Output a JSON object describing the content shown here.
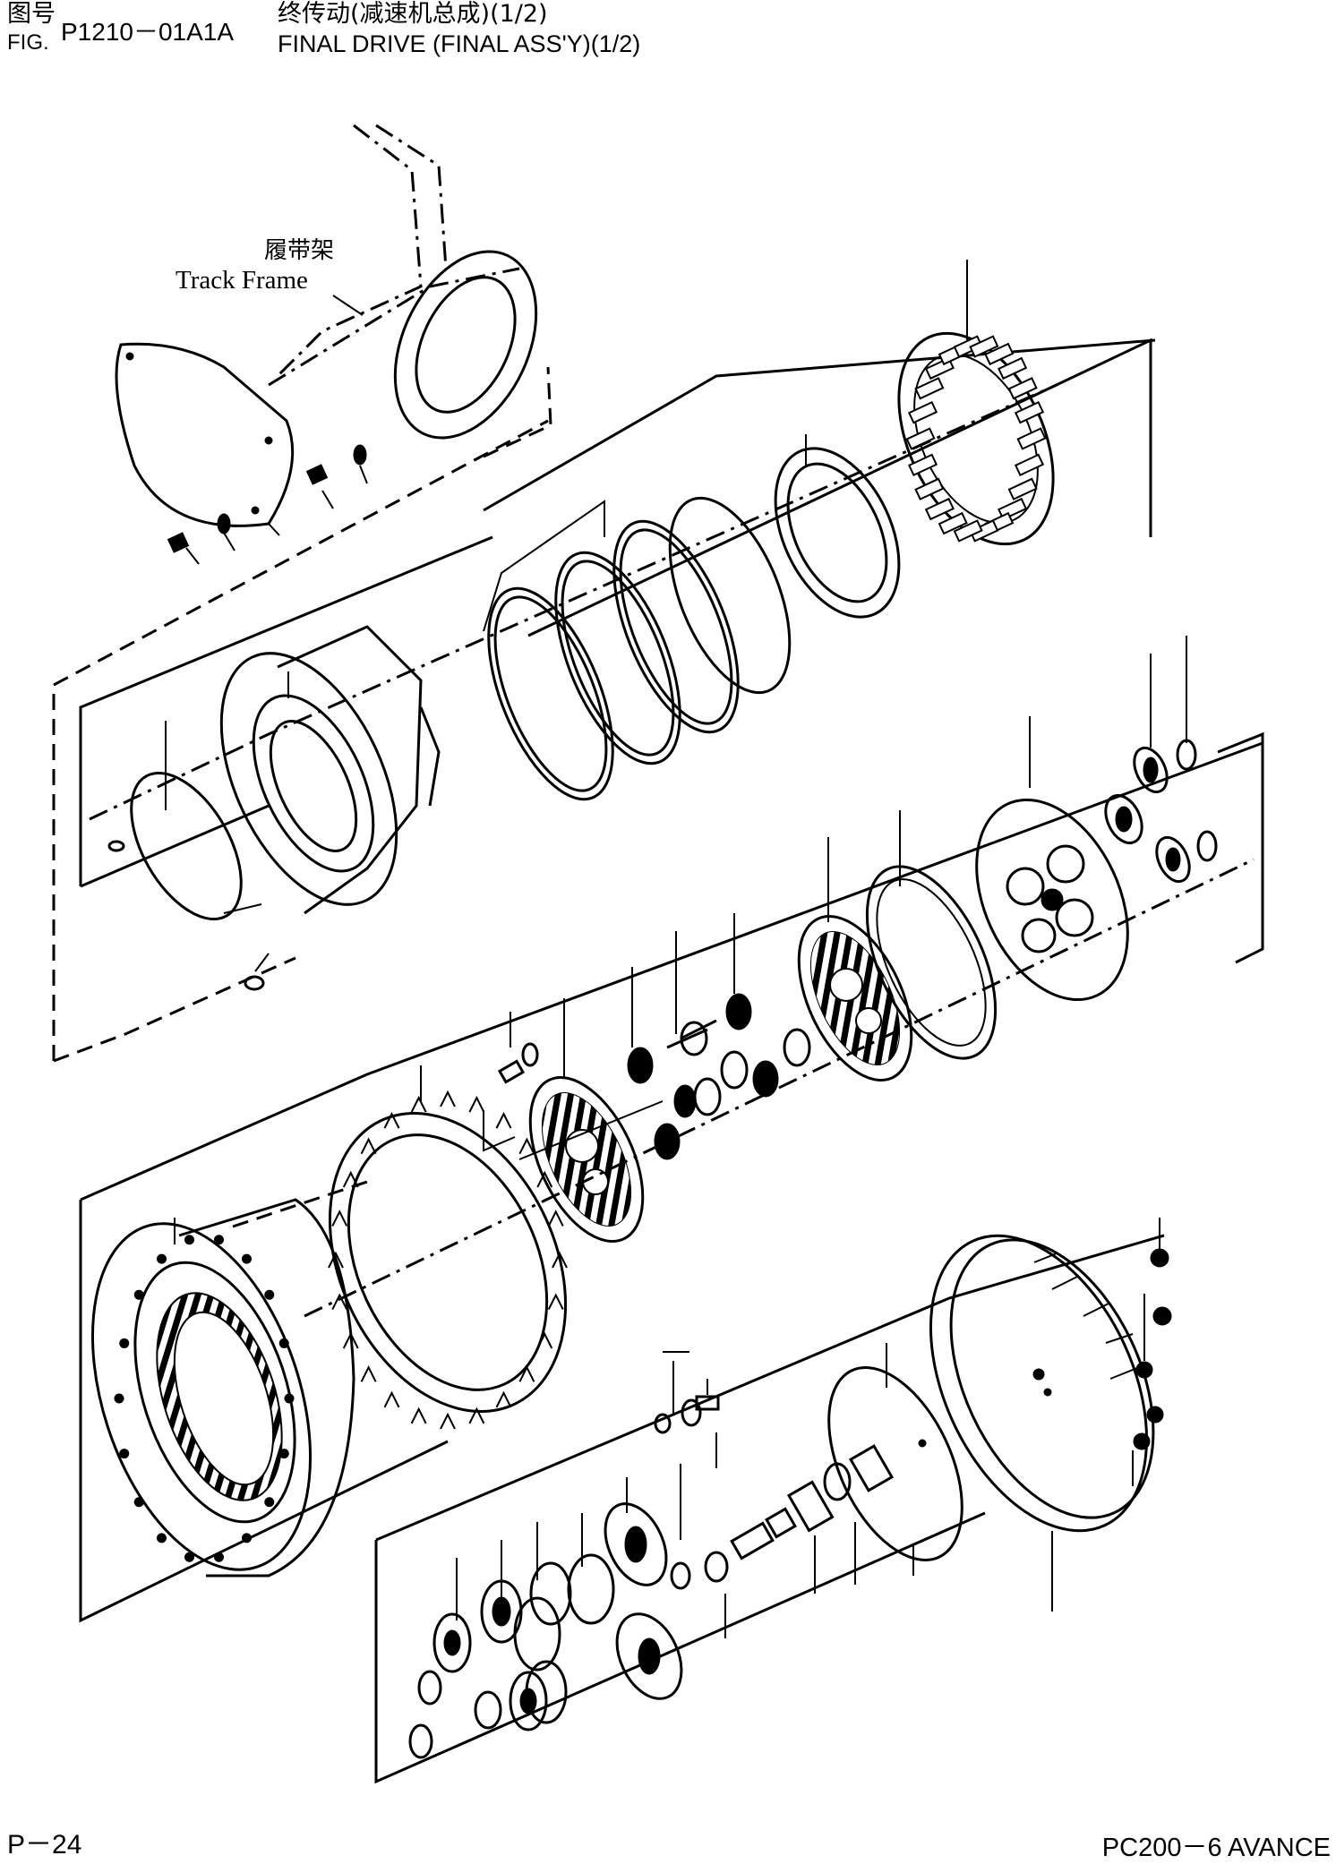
{
  "header": {
    "fig_label_cn": "图号",
    "fig_label_en": "FIG.",
    "fig_number": "P1210－01A1A",
    "title_cn": "终传动(减速机总成)(1/2)",
    "title_en": "FINAL DRIVE (FINAL ASS'Y)(1/2)"
  },
  "callout": {
    "label_cn": "履带架",
    "label_en": "Track Frame"
  },
  "footer": {
    "page_number": "P－24",
    "model": "PC200－6 AVANCE"
  }
}
